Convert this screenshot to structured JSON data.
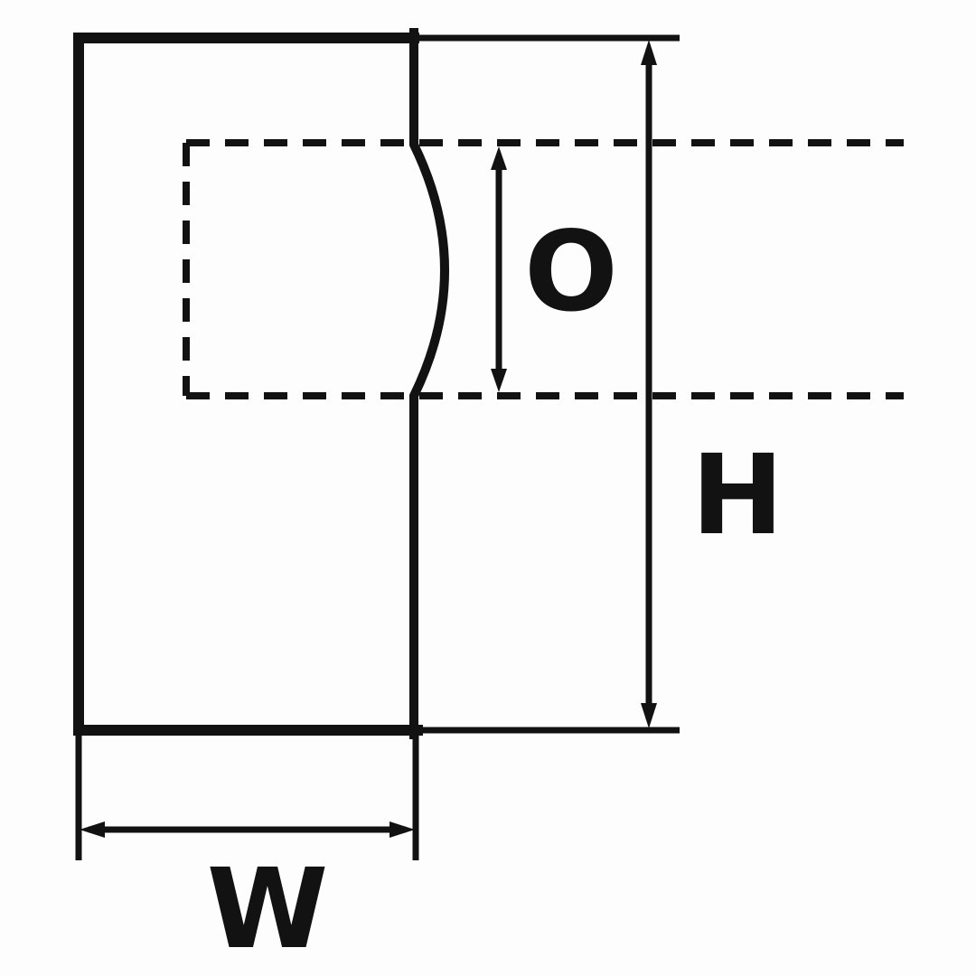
{
  "diagram": {
    "kind": "dimension-drawing",
    "labels": {
      "opening": "O",
      "height": "H",
      "width": "W"
    },
    "colors": {
      "line": "#121212",
      "background": "#fdfdfd"
    }
  }
}
